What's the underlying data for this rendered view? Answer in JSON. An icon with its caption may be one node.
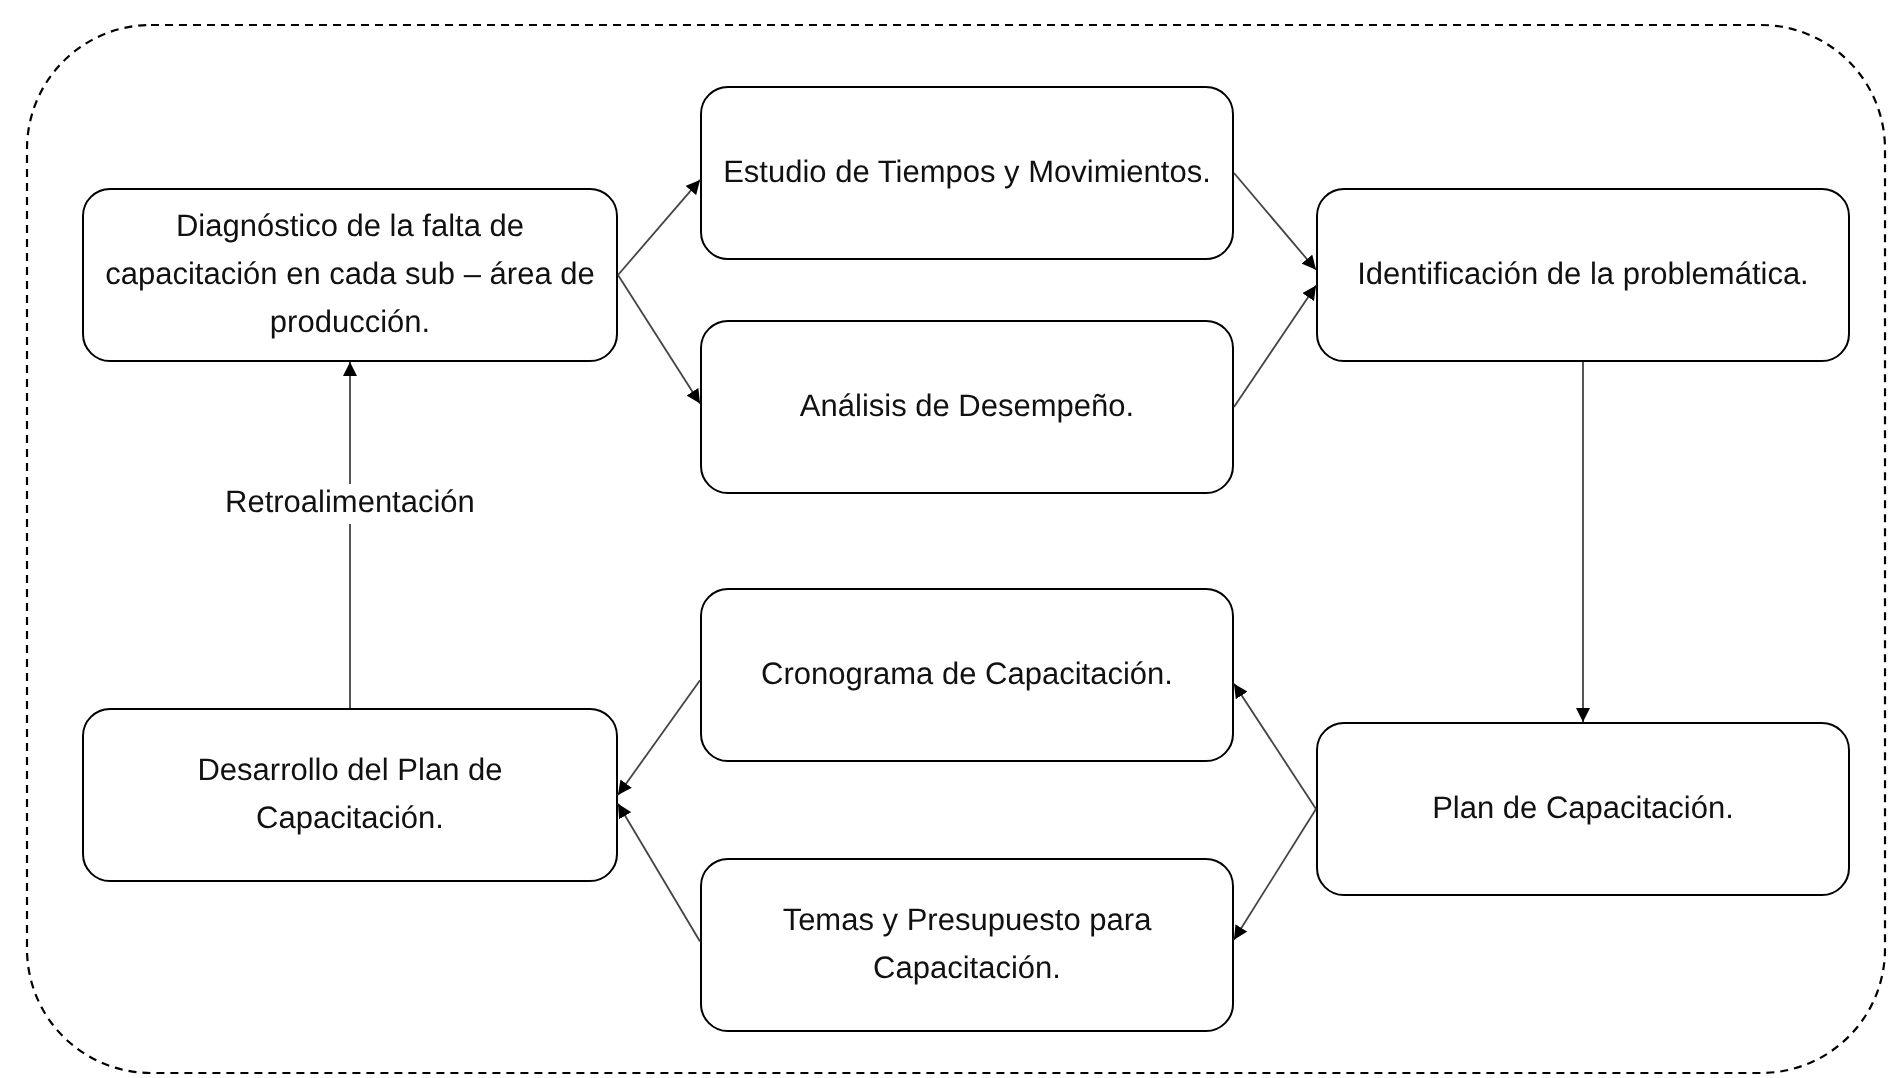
{
  "diagram": {
    "nodes": [
      {
        "text": [],
        "shape": "box"
      },
      {
        "text": [
          "Diagnóstico de la falta de capacitación en cada sub – área de producción."
        ],
        "in": 0
      },
      {
        "text": [
          "Estudio de Tiempos y Movimientos."
        ],
        "in": 0
      },
      {
        "text": [
          "Análisis de Desempeño."
        ],
        "in": 0
      },
      {
        "text": [
          "Identificación de la problemática."
        ],
        "in": 0
      },
      {
        "text": [
          "Cronograma de Capacitación."
        ],
        "in": 0
      },
      {
        "text": [
          "Temas y Presupuesto para Capacitación."
        ],
        "in": 0
      },
      {
        "text": [
          "Desarrollo del Plan de Capacitación."
        ],
        "in": 0
      },
      {
        "text": [
          "Plan de Capacitación."
        ],
        "in": 0
      }
    ],
    "edges": [
      {
        "from": 1,
        "to": 2,
        "arrow": "to"
      },
      {
        "from": 1,
        "to": 3,
        "arrow": "to"
      },
      {
        "from": 2,
        "to": 4,
        "arrow": "to"
      },
      {
        "from": 3,
        "to": 4,
        "arrow": "to"
      },
      {
        "from": 4,
        "to": 8,
        "arrow": "to"
      },
      {
        "from": 8,
        "to": 5,
        "arrow": "to"
      },
      {
        "from": 8,
        "to": 6,
        "arrow": "to"
      },
      {
        "from": 5,
        "to": 7,
        "arrow": "to"
      },
      {
        "from": 6,
        "to": 7,
        "arrow": "to"
      },
      {
        "from": 7,
        "to": 1,
        "arrow": "to",
        "label": "Retroalimentación"
      }
    ]
  }
}
